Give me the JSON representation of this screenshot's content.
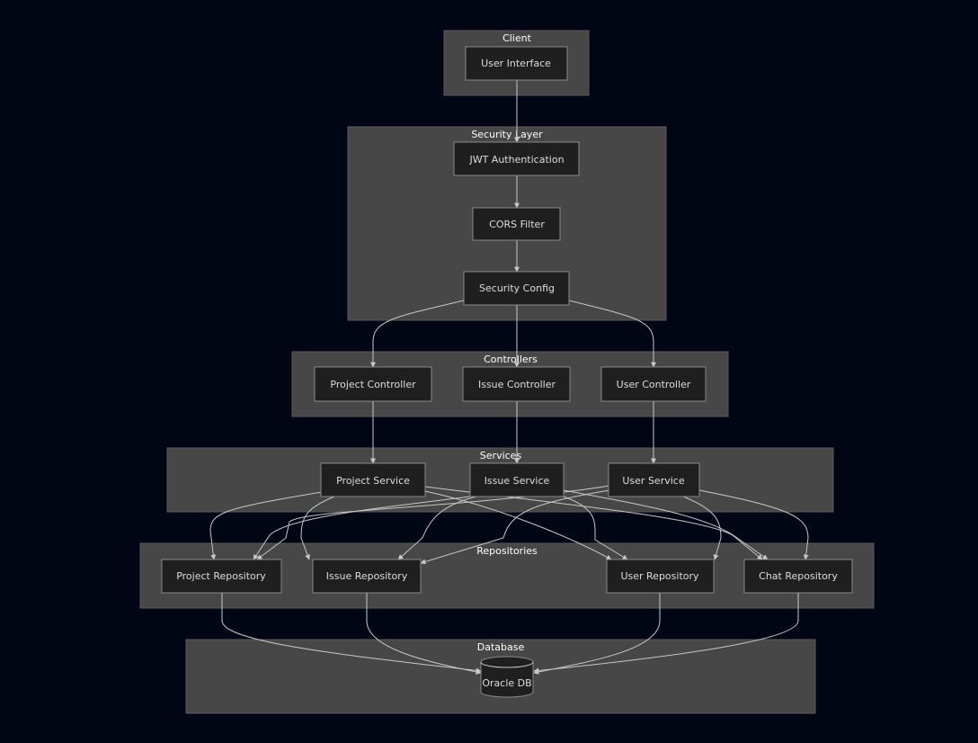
{
  "clusters": {
    "client": "Client",
    "security": "Security Layer",
    "controllers": "Controllers",
    "services": "Services",
    "repositories": "Repositories",
    "database": "Database"
  },
  "nodes": {
    "user_interface": "User Interface",
    "jwt_auth": "JWT Authentication",
    "cors_filter": "CORS Filter",
    "security_config": "Security Config",
    "project_controller": "Project Controller",
    "issue_controller": "Issue Controller",
    "user_controller": "User Controller",
    "project_service": "Project Service",
    "issue_service": "Issue Service",
    "user_service": "User Service",
    "project_repository": "Project Repository",
    "issue_repository": "Issue Repository",
    "user_repository": "User Repository",
    "chat_repository": "Chat Repository",
    "oracle_db": "Oracle DB"
  },
  "edges": [
    [
      "user_interface",
      "jwt_auth"
    ],
    [
      "jwt_auth",
      "cors_filter"
    ],
    [
      "cors_filter",
      "security_config"
    ],
    [
      "security_config",
      "project_controller"
    ],
    [
      "security_config",
      "issue_controller"
    ],
    [
      "security_config",
      "user_controller"
    ],
    [
      "project_controller",
      "project_service"
    ],
    [
      "issue_controller",
      "issue_service"
    ],
    [
      "user_controller",
      "user_service"
    ],
    [
      "project_service",
      "project_repository"
    ],
    [
      "project_service",
      "issue_repository"
    ],
    [
      "project_service",
      "user_repository"
    ],
    [
      "project_service",
      "chat_repository"
    ],
    [
      "issue_service",
      "project_repository"
    ],
    [
      "issue_service",
      "issue_repository"
    ],
    [
      "issue_service",
      "user_repository"
    ],
    [
      "issue_service",
      "chat_repository"
    ],
    [
      "user_service",
      "project_repository"
    ],
    [
      "user_service",
      "issue_repository"
    ],
    [
      "user_service",
      "user_repository"
    ],
    [
      "user_service",
      "chat_repository"
    ],
    [
      "project_repository",
      "oracle_db"
    ],
    [
      "issue_repository",
      "oracle_db"
    ],
    [
      "user_repository",
      "oracle_db"
    ],
    [
      "chat_repository",
      "oracle_db"
    ]
  ],
  "colors": {
    "background": "#010614",
    "cluster_fill": "#474747",
    "node_fill": "#1f1f1f",
    "edge": "#c8c8c8"
  }
}
